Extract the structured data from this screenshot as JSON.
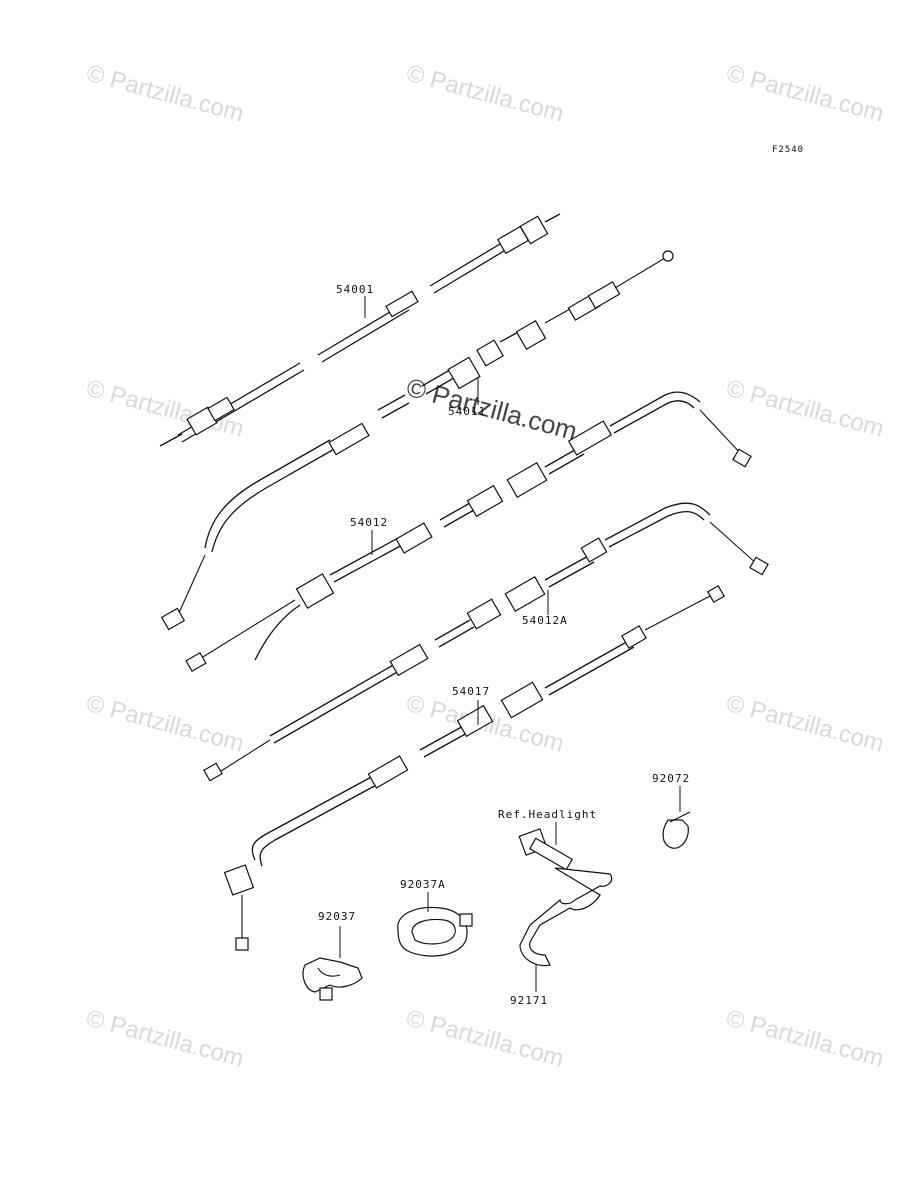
{
  "diagram_code": "F2540",
  "watermark_text": "© Partzilla.com",
  "parts": [
    {
      "id": "part-54001",
      "label": "54001"
    },
    {
      "id": "part-54011",
      "label": "54011"
    },
    {
      "id": "part-54012",
      "label": "54012"
    },
    {
      "id": "part-54012a",
      "label": "54012A"
    },
    {
      "id": "part-54017",
      "label": "54017"
    },
    {
      "id": "part-92072",
      "label": "92072"
    },
    {
      "id": "part-92037a",
      "label": "92037A"
    },
    {
      "id": "part-92037",
      "label": "92037"
    },
    {
      "id": "part-92171",
      "label": "92171"
    }
  ],
  "reference_note": "Ref.Headlight"
}
